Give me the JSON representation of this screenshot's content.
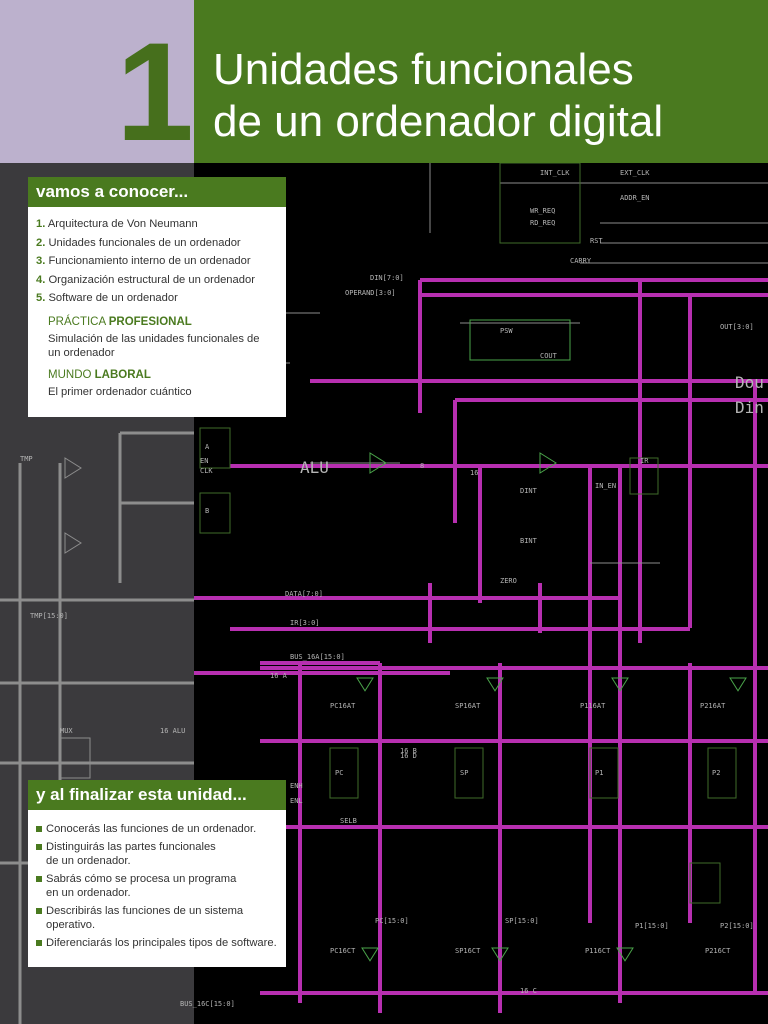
{
  "header": {
    "chapter_number": "1",
    "title_line1": "Unidades funcionales",
    "title_line2": "de un ordenador digital"
  },
  "know_panel": {
    "heading": "vamos a conocer...",
    "items": [
      {
        "num": "1.",
        "text": "Arquitectura de Von Neumann"
      },
      {
        "num": "2.",
        "text": "Unidades funcionales de un ordenador"
      },
      {
        "num": "3.",
        "text": "Funcionamiento interno de un ordenador"
      },
      {
        "num": "4.",
        "text": "Organización estructural de un ordenador"
      },
      {
        "num": "5.",
        "text": "Software de un ordenador"
      }
    ],
    "practice_prefix": "PRÁCTICA",
    "practice_bold": "PROFESIONAL",
    "practice_text": "Simulación de las unidades funcionales de un ordenador",
    "work_prefix": "MUNDO",
    "work_bold": "LABORAL",
    "work_text": "El primer ordenador cuántico"
  },
  "end_panel": {
    "heading": "y al finalizar esta unidad...",
    "items": [
      "Conocerás las funciones de un ordenador.",
      "Distinguirás las partes funcionales\nde un ordenador.",
      "Sabrás cómo se procesa un programa\nen un ordenador.",
      "Describirás las funciones de un sistema\noperativo.",
      "Diferenciarás los principales tipos de software."
    ]
  },
  "circuit": {
    "labels": [
      "INT_CLK",
      "EXT_CLK",
      "ADDR_EN",
      "WR_REQ",
      "RD_REQ",
      "RST",
      "CARRY",
      "DIN[7:0]",
      "OPERAND[3:0]",
      "PSW",
      "COUT",
      "OUT[3:0]",
      "ALU",
      "8",
      "16",
      "16 A",
      "16 B",
      "16 C",
      "16 D",
      "A",
      "B",
      "IR",
      "TMP",
      "PC",
      "SP",
      "P1",
      "P2",
      "BUS_16A[15:0]",
      "BUS_16C[15:0]",
      "DATA[7:0]",
      "IR[3:0]",
      "Dou",
      "Din",
      "EN",
      "CLK",
      "ENH",
      "ENL",
      "SELB",
      "PC16AT",
      "SP16AT",
      "P116AT",
      "P216AT",
      "PC16CT",
      "SP16CT",
      "P116CT",
      "P216CT",
      "PC[15:0]",
      "SP[15:0]",
      "P1[15:0]",
      "P2[15:0]",
      "16\nALU",
      "TMP[15:0]",
      "ZERO",
      "DINT",
      "BINT",
      "IN_EN",
      "MUX"
    ],
    "colors": {
      "bus": "#b72fb0",
      "wire": "#8d8d8d",
      "text": "#b5b5b5"
    }
  }
}
